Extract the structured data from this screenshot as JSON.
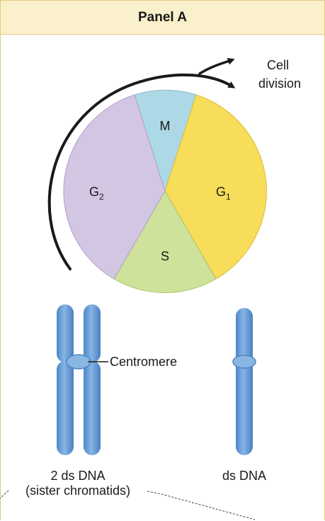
{
  "panel": {
    "title": "Panel A"
  },
  "cycle": {
    "phases": {
      "m": {
        "label": "M",
        "color": "#add9e6"
      },
      "g1": {
        "label": "G",
        "sub": "1",
        "color": "#f7dd5a"
      },
      "s": {
        "label": "S",
        "color": "#cfe29b"
      },
      "g2": {
        "label": "G",
        "sub": "2",
        "color": "#d3c6e3"
      }
    },
    "division_label_line1": "Cell",
    "division_label_line2": "division"
  },
  "chromosomes": {
    "replicated_label": "2 ds DNA",
    "replicated_sublabel": "(sister chromatids)",
    "centromere_label": "Centromere",
    "single_label": "ds DNA",
    "color": "#6f9fd6"
  }
}
